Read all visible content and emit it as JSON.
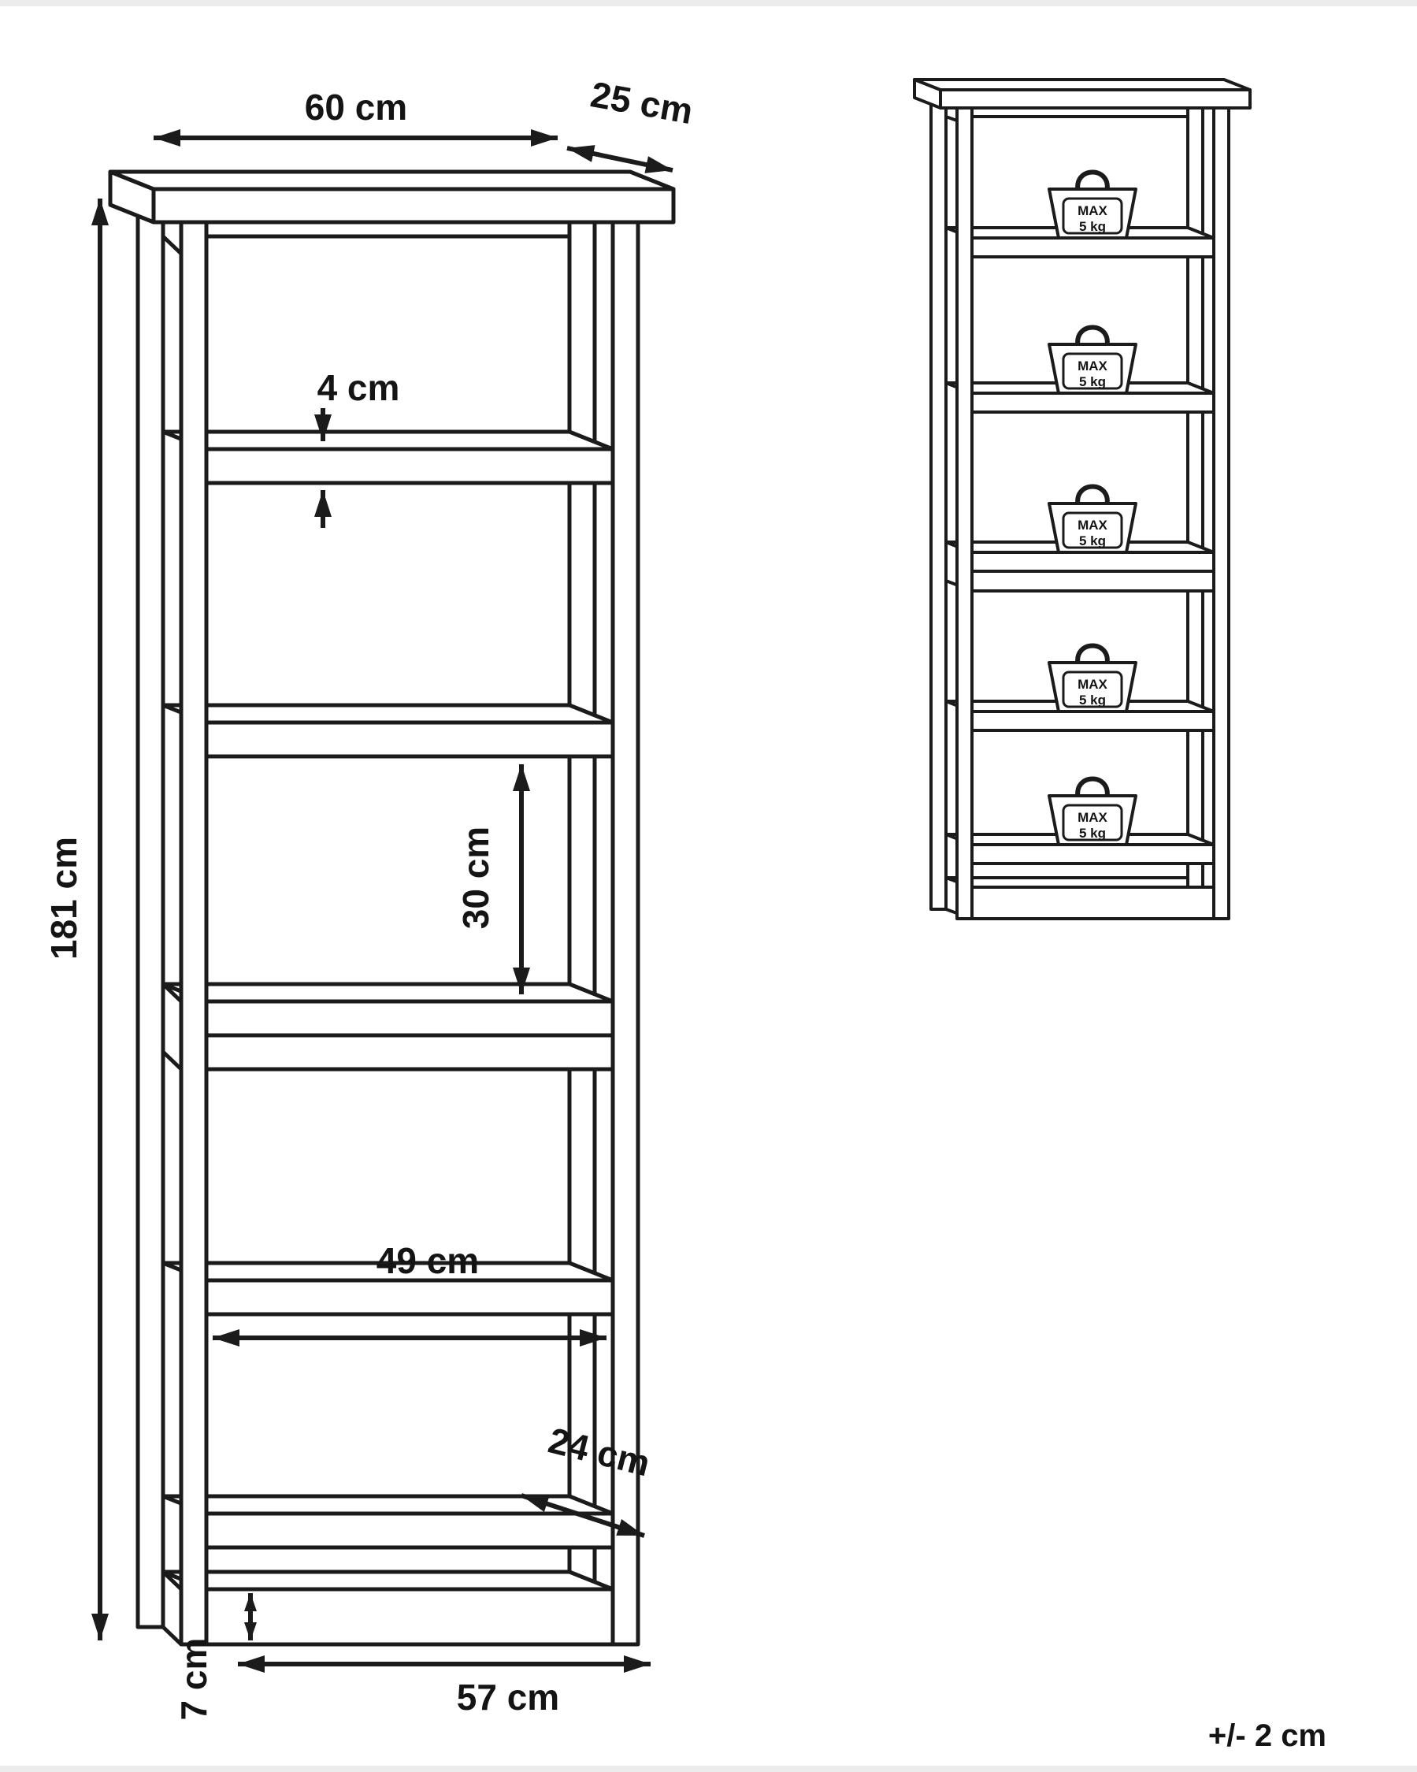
{
  "tolerance": "+/- 2 cm",
  "dimensions": {
    "top_width": "60 cm",
    "top_depth": "25 cm",
    "height": "181 cm",
    "shelf_thickness": "4 cm",
    "shelf_gap_height": "30 cm",
    "shelf_inner_width": "49 cm",
    "shelf_inner_depth": "24 cm",
    "base_width": "57 cm",
    "base_height": "7 cm"
  },
  "weight_limit": {
    "line1": "MAX",
    "line2": "5 kg"
  }
}
